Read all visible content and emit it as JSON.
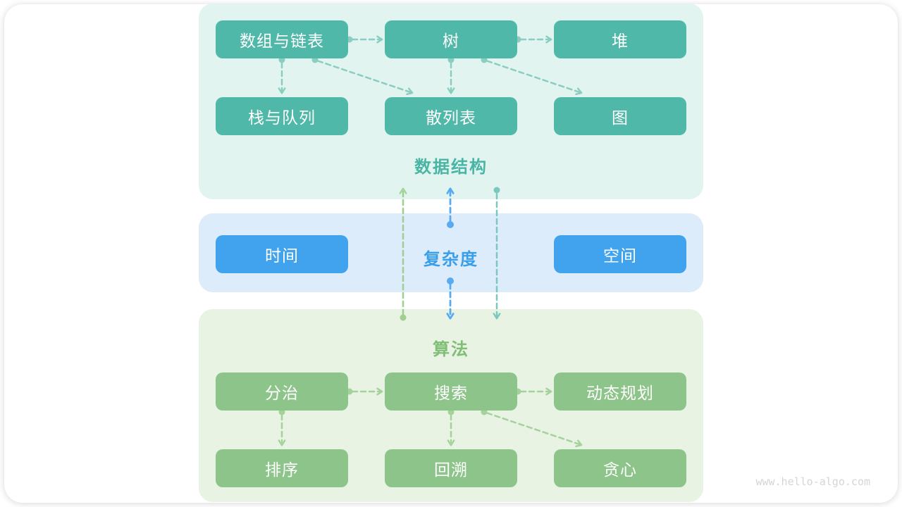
{
  "watermark": "www.hello-algo.com",
  "colors": {
    "data_structures_box": "#50b8a8",
    "data_structures_bg": "#e2f4f0",
    "data_structures_title": "#4ab5a5",
    "data_structures_arrow": "#8bcdc1",
    "complexity_box": "#41a3ee",
    "complexity_bg": "#ddecfa",
    "complexity_title": "#3a9ee9",
    "complexity_arrow": "#58abf0",
    "algorithms_box": "#8cc48a",
    "algorithms_bg": "#e8f3e4",
    "algorithms_title": "#7fbe75",
    "algorithms_arrow": "#a5d29c"
  },
  "sections": {
    "data_structures": {
      "title": "数据结构",
      "nodes": [
        {
          "label": "数组与链表"
        },
        {
          "label": "树"
        },
        {
          "label": "堆"
        },
        {
          "label": "栈与队列"
        },
        {
          "label": "散列表"
        },
        {
          "label": "图"
        }
      ]
    },
    "complexity": {
      "title": "复杂度",
      "nodes": [
        {
          "label": "时间"
        },
        {
          "label": "空间"
        }
      ]
    },
    "algorithms": {
      "title": "算法",
      "nodes": [
        {
          "label": "分治"
        },
        {
          "label": "搜索"
        },
        {
          "label": "动态规划"
        },
        {
          "label": "排序"
        },
        {
          "label": "回溯"
        },
        {
          "label": "贪心"
        }
      ]
    }
  },
  "edges": [
    {
      "from": "数组与链表",
      "to": "树"
    },
    {
      "from": "树",
      "to": "堆"
    },
    {
      "from": "数组与链表",
      "to": "栈与队列"
    },
    {
      "from": "数组与链表",
      "to": "散列表"
    },
    {
      "from": "树",
      "to": "散列表"
    },
    {
      "from": "树",
      "to": "图"
    },
    {
      "from": "分治",
      "to": "搜索"
    },
    {
      "from": "搜索",
      "to": "动态规划"
    },
    {
      "from": "分治",
      "to": "排序"
    },
    {
      "from": "搜索",
      "to": "回溯"
    },
    {
      "from": "搜索",
      "to": "贪心"
    },
    {
      "from": "算法",
      "to": "数据结构"
    },
    {
      "from": "复杂度",
      "to": "数据结构"
    },
    {
      "from": "复杂度",
      "to": "算法"
    },
    {
      "from": "数据结构",
      "to": "算法"
    }
  ]
}
